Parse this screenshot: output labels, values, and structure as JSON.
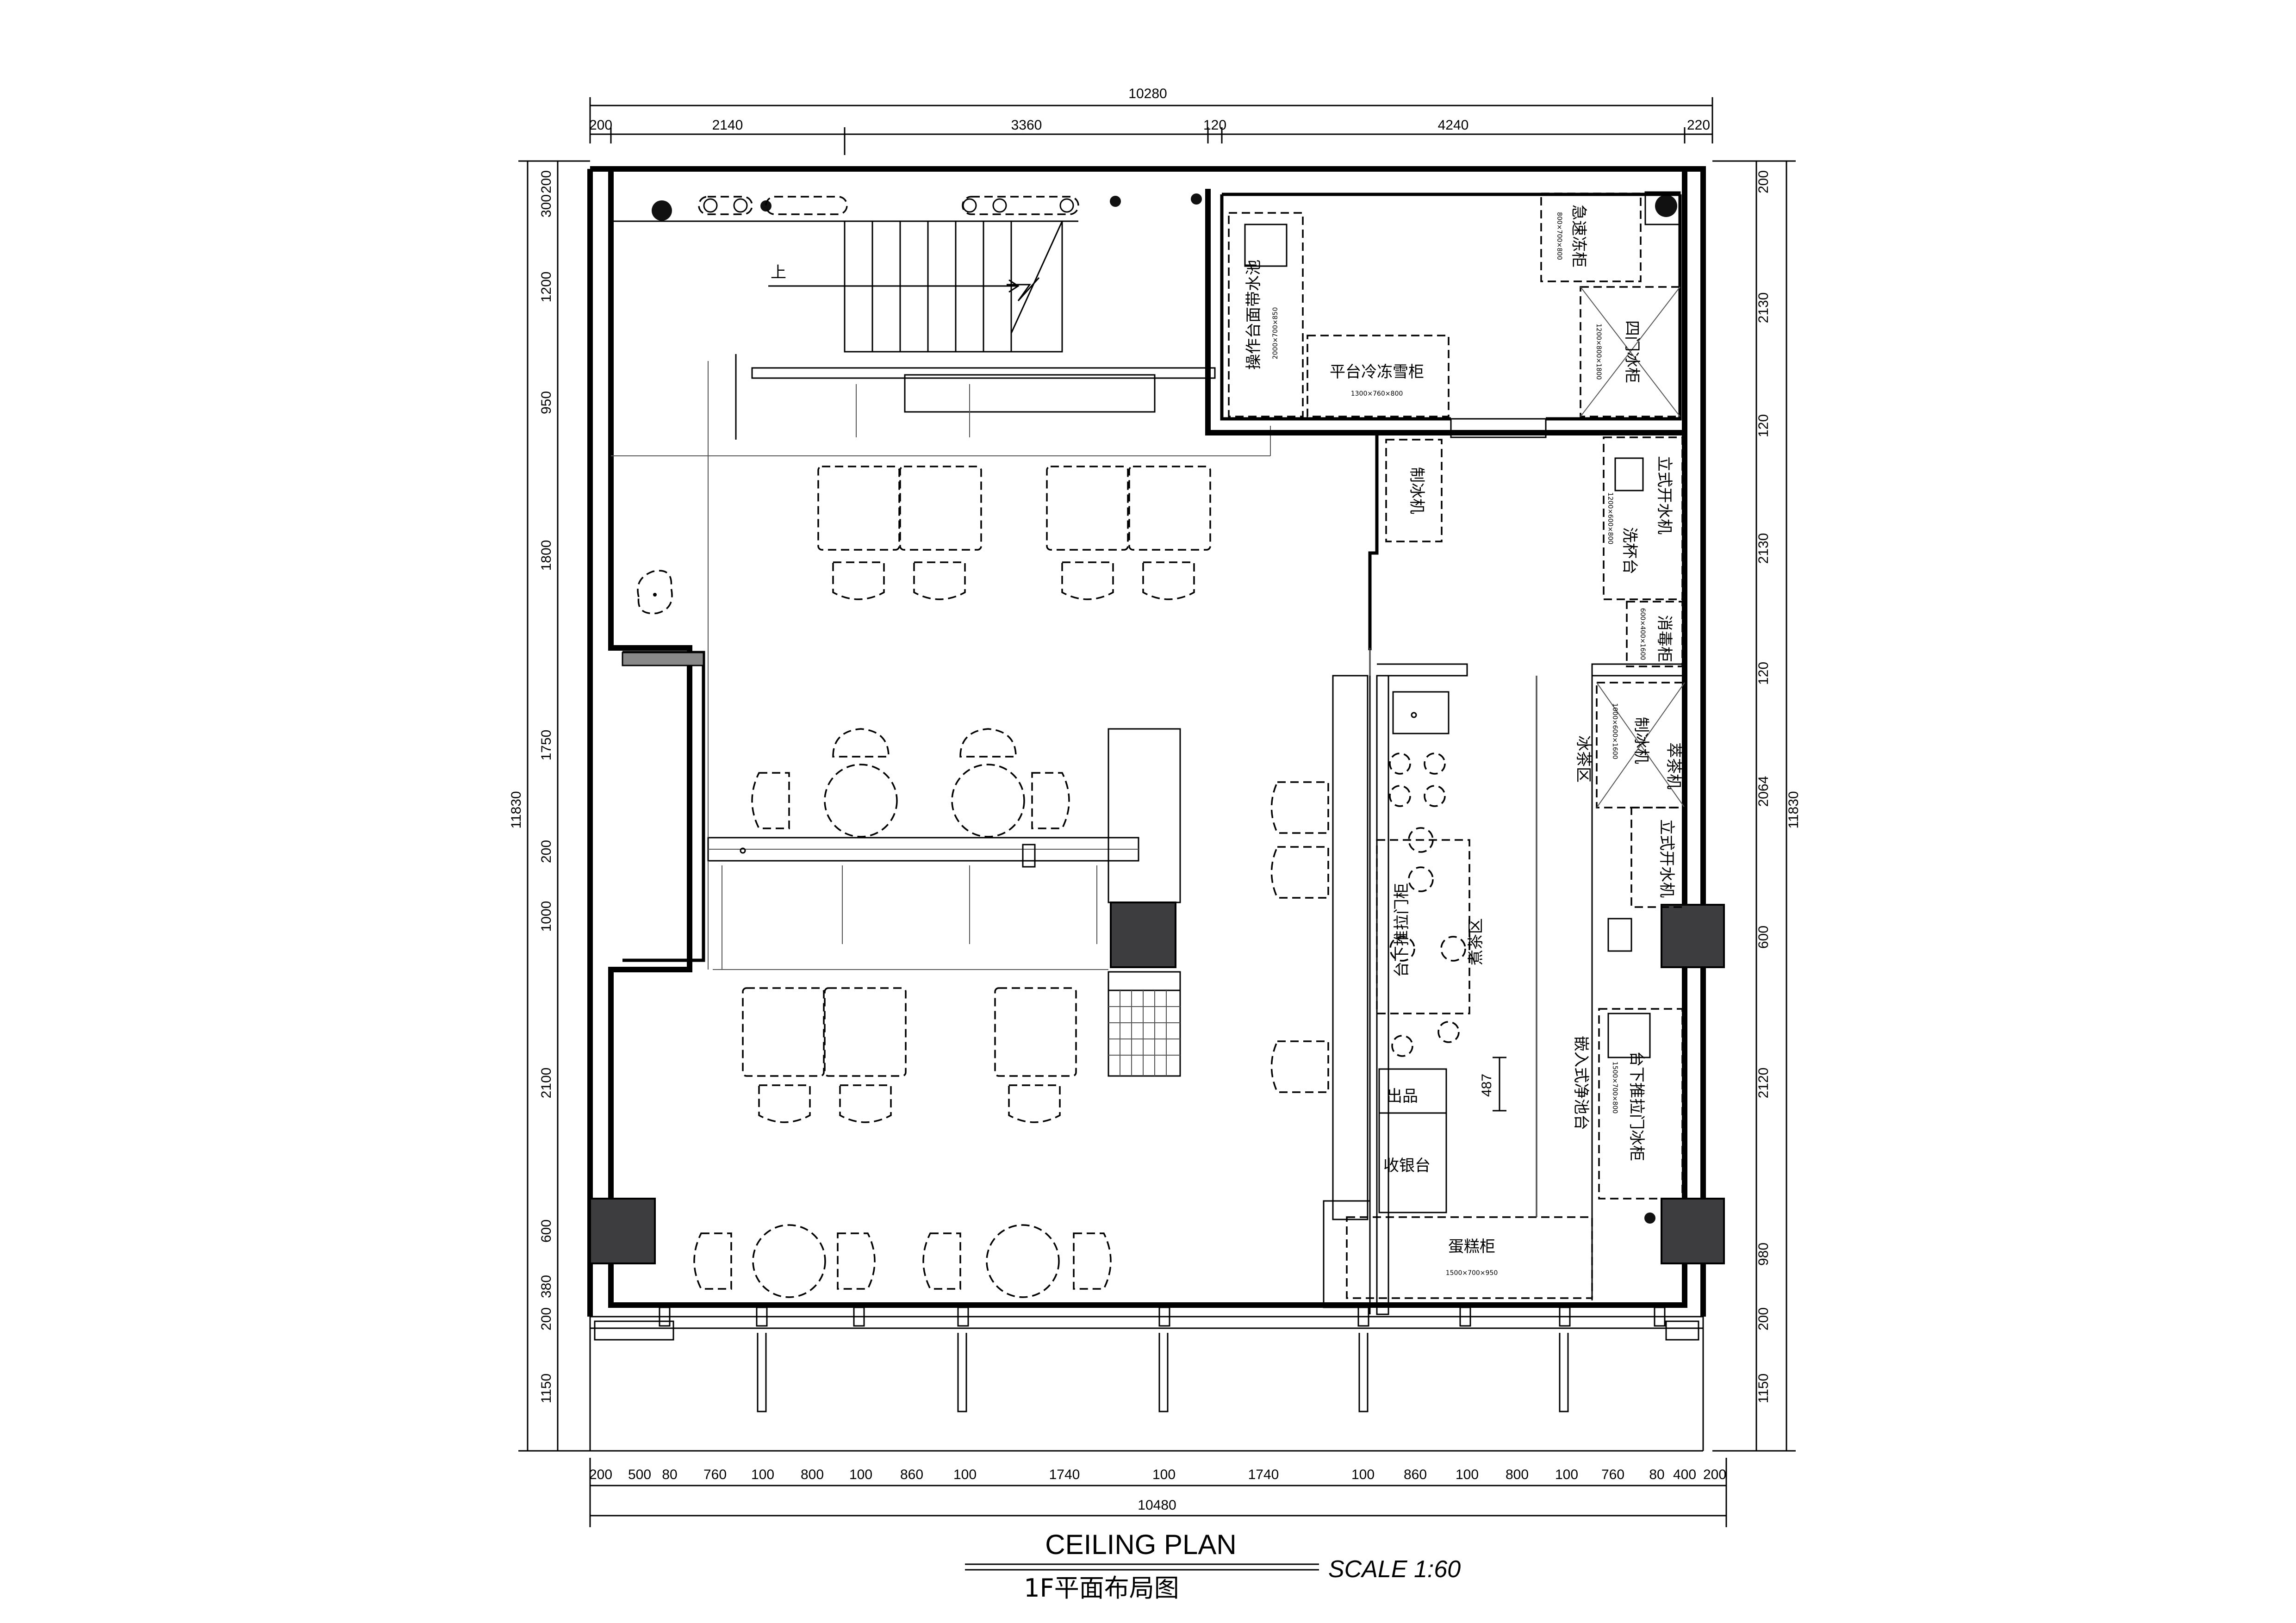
{
  "dimensions": {
    "top_overall": "10280",
    "top": [
      "200",
      "2140",
      "3360",
      "120",
      "4240",
      "220"
    ],
    "bottom_overall": "10480",
    "bottom": [
      "200",
      "500",
      "80",
      "760",
      "100",
      "800",
      "100",
      "860",
      "100",
      "1740",
      "100",
      "1740",
      "100",
      "860",
      "100",
      "800",
      "100",
      "760",
      "80",
      "400",
      "200"
    ],
    "left_overall": "11830",
    "left": [
      "200",
      "300",
      "1200",
      "950",
      "1800",
      "1750",
      "200",
      "1000",
      "2100",
      "600",
      "380",
      "200",
      "1150"
    ],
    "right_overall": "11830",
    "right": [
      "200",
      "2130",
      "120",
      "2130",
      "120",
      "2064",
      "600",
      "2120",
      "980",
      "200",
      "1150"
    ],
    "dim_487": "487"
  },
  "labels": {
    "stair_up": "上",
    "sink_counter": "操作台面带水池",
    "sink_counter_size": "2000×700×850",
    "platform_freezer": "平台冷冻雪柜",
    "platform_freezer_size": "1300×760×800",
    "quick_freezer": "急速冻柜",
    "quick_freezer_size": "800×700×800",
    "four_door_freezer": "四门冰柜",
    "four_door_freezer_size": "1200×800×1800",
    "ice_machine": "制冰机",
    "vertical_water": "立式开水机",
    "cup_wash": "洗杯台",
    "cup_wash_size": "1200×600×800",
    "disinfect": "消毒柜",
    "disinfect_size": "600×400×1600",
    "ice_maker_2": "制冰机",
    "ice_maker_2_size": "1000×600×1600",
    "tea_machine": "萃茶机",
    "vertical_water_2": "立式开水机",
    "ice_tea_zone": "冰茶区",
    "cook_tea_zone": "煮茶区",
    "under_counter": "台下推拉门柜",
    "under_counter_2": "台下推拉门冰柜",
    "under_counter_2_size": "1500×700×800",
    "embedded_sink": "嵌入式净池台",
    "output": "出品",
    "cashier": "收银台",
    "cake_cabinet": "蛋糕柜",
    "cake_cabinet_size": "1500×700×950"
  },
  "title": {
    "main": "CEILING PLAN",
    "sub": "1F平面布局图",
    "scale": "SCALE 1:60"
  }
}
